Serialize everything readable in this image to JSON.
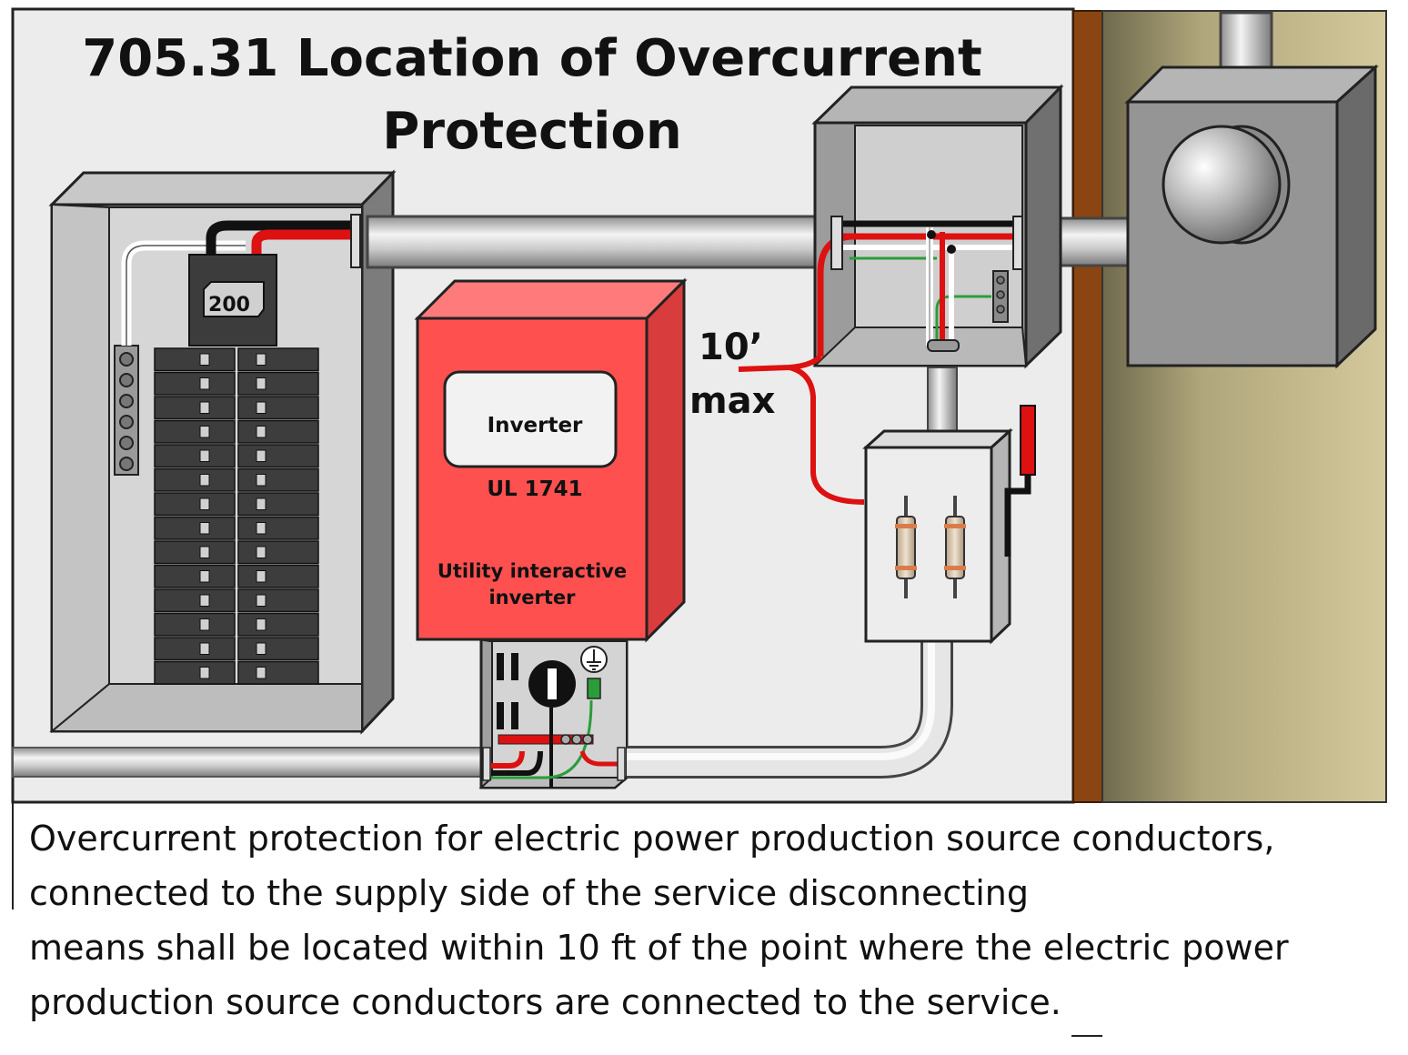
{
  "title": {
    "line1": "705.31 Location of Overcurrent",
    "line2": "Protection"
  },
  "panel": {
    "main_breaker_rating": "200"
  },
  "inverter": {
    "display_label": "Inverter",
    "listing": "UL 1741",
    "description_line1": "Utility interactive",
    "description_line2": "inverter"
  },
  "distance": {
    "value": "10’",
    "unit": "max"
  },
  "caption": {
    "line1": "Overcurrent protection for electric power production source conductors,",
    "line2": "connected to the supply side of the service disconnecting",
    "line3": "means shall be located within 10 ft of the point where the electric power",
    "line4": "production source conductors are connected to the service."
  },
  "colors": {
    "inverter_red": "#ff5050",
    "wire_red": "#dd1111",
    "wire_green": "#2a9d3a",
    "wall_post": "#8b4513",
    "wall_siding": "#c4b98e"
  }
}
